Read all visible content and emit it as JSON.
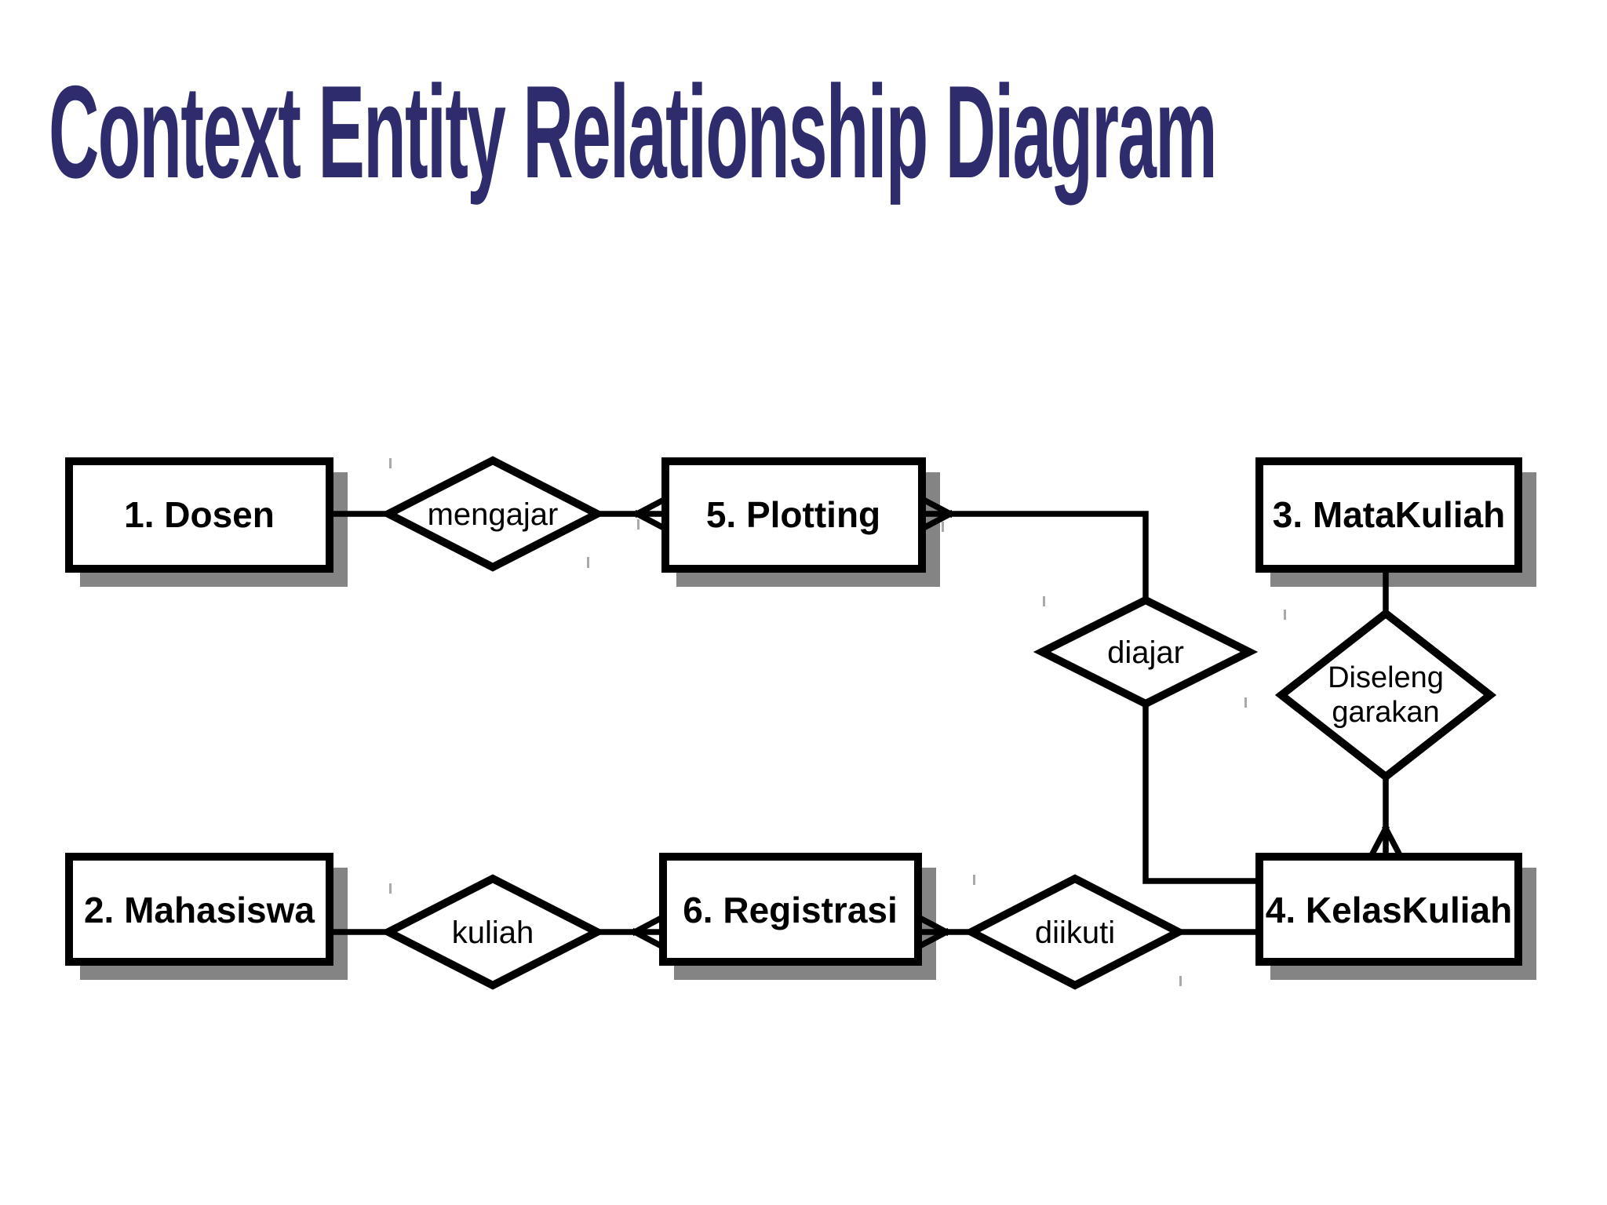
{
  "title": "Context Entity Relationship Diagram",
  "entities": {
    "dosen": {
      "label": "1. Dosen"
    },
    "mahasiswa": {
      "label": "2. Mahasiswa"
    },
    "matakuliah": {
      "label": "3. MataKuliah"
    },
    "kelaskuliah": {
      "label": "4. KelasKuliah"
    },
    "plotting": {
      "label": "5. Plotting"
    },
    "registrasi": {
      "label": "6. Registrasi"
    }
  },
  "relationships": {
    "mengajar": {
      "label": "mengajar"
    },
    "diajar": {
      "label": "diajar"
    },
    "diselenggarakan": {
      "label_line1": "Diseleng",
      "label_line2": "garakan"
    },
    "kuliah": {
      "label": "kuliah"
    },
    "diikuti": {
      "label": "diikuti"
    }
  },
  "colors": {
    "title": "#2e2c6c",
    "line": "#000000",
    "entity_fill": "#ffffff",
    "shadow": "#848484",
    "background": "#ffffff"
  }
}
